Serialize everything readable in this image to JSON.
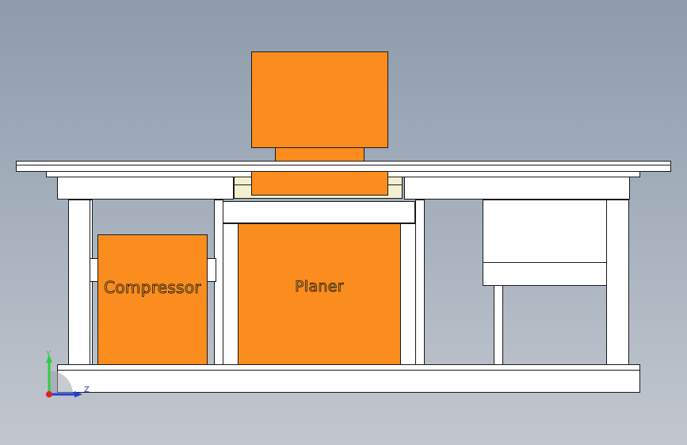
{
  "labels": {
    "compressor": "Compressor",
    "planer": "Planer"
  },
  "triad": {
    "y_label": "Y",
    "z_label": "Z",
    "y_color": "#2ecc40",
    "z_color": "#1f3fd6",
    "x_color": "#e02020"
  },
  "colors": {
    "component": "#fb8c1e",
    "frame": "#ffffff",
    "outline": "#1a1a1a",
    "background_top": "#8d9cab",
    "background_bottom": "#c3c7cd"
  }
}
